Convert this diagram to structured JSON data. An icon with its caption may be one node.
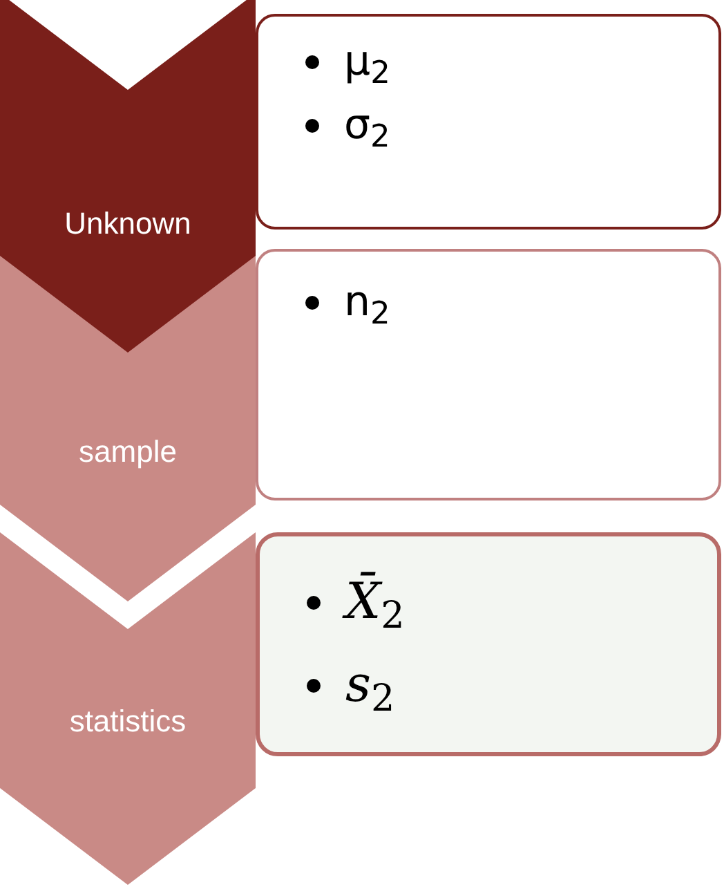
{
  "diagram": {
    "nodes": [
      {
        "text": [
          "Unknown"
        ]
      },
      {
        "text": [
          "μ$_{2}$",
          "σ$_{2}$"
        ]
      },
      {
        "text": [
          "sample"
        ]
      },
      {
        "text": [
          "n$_{2}$"
        ]
      },
      {
        "text": [
          "statistics"
        ]
      },
      {
        "text": [
          "*X̄*$_{2}$",
          "*s*$_{2}$"
        ]
      }
    ]
  }
}
